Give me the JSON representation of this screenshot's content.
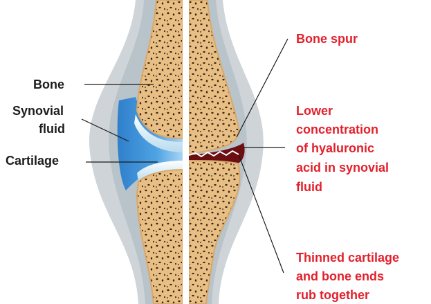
{
  "left_labels": {
    "bone": "Bone",
    "synovial_line1": "Synovial",
    "synovial_line2": "fluid",
    "cartilage": "Cartilage"
  },
  "right_labels": {
    "bone_spur": "Bone spur",
    "hyaluronic_line1": "Lower",
    "hyaluronic_line2": "concentration",
    "hyaluronic_line3": "of hyaluronic",
    "hyaluronic_line4": "acid in synovial",
    "hyaluronic_line5": "fluid",
    "thinned_line1": "Thinned cartilage",
    "thinned_line2": "and bone ends",
    "thinned_line3": "rub together"
  },
  "colors": {
    "label_dark": "#1d1d1d",
    "label_red": "#e3202c",
    "bone": "#e6bd83",
    "synovial_fluid": "#3a8fd6",
    "capsule": "#cfd4d8",
    "damaged_cartilage": "#6b0f12"
  }
}
